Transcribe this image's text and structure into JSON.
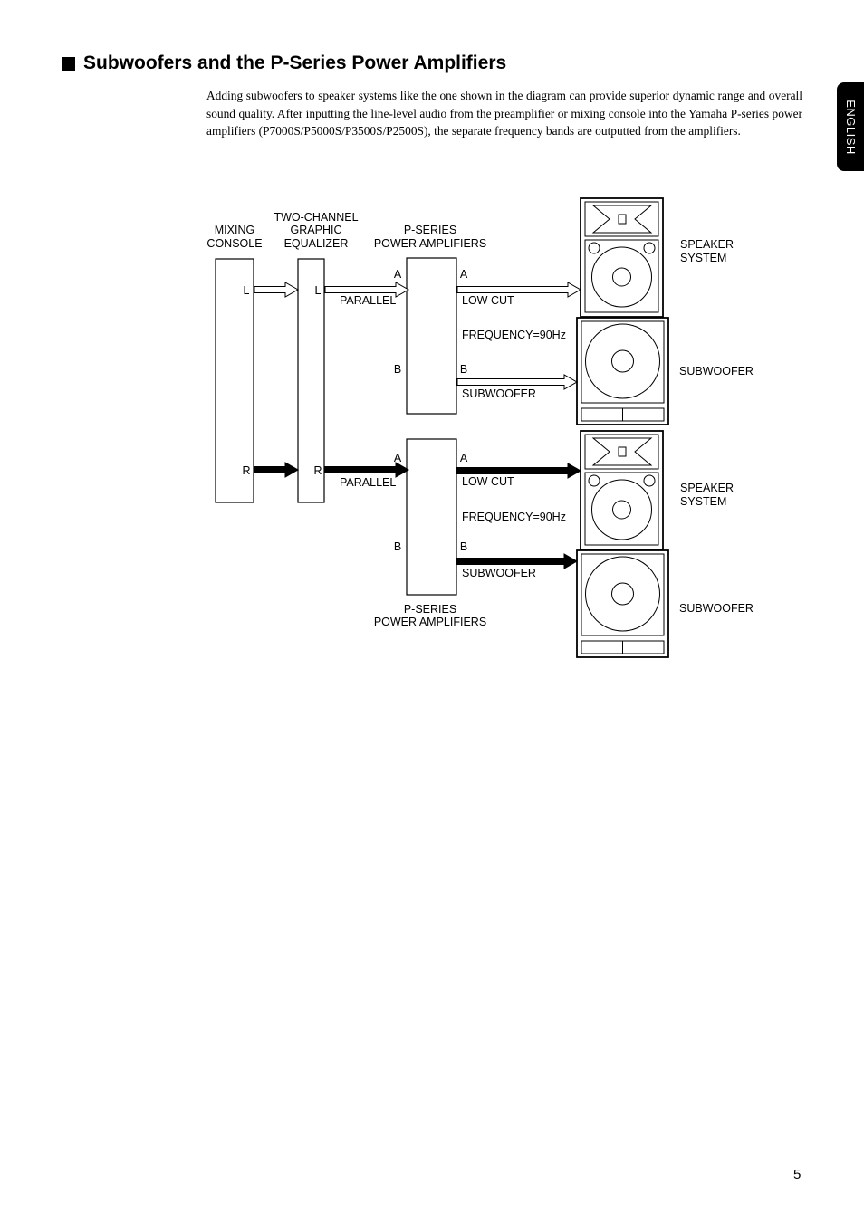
{
  "heading": {
    "title": "Subwoofers and the P-Series Power Amplifiers"
  },
  "intro": {
    "paragraph": "Adding subwoofers to speaker systems like the one shown in the diagram can provide superior dynamic range and overall sound quality. After inputting the line-level audio from the preamplifier or mixing console into the Yamaha P-series power amplifiers (P7000S/P5000S/P3500S/P2500S), the separate frequency bands are outputted from the amplifiers."
  },
  "side_tab": {
    "label": "ENGLISH"
  },
  "diagram": {
    "mixing_console": [
      "MIXING",
      "CONSOLE"
    ],
    "equalizer": [
      "TWO-CHANNEL",
      "GRAPHIC",
      "EQUALIZER"
    ],
    "amplifiers_top": [
      "P-SERIES",
      "POWER AMPLIFIERS"
    ],
    "amplifiers_bottom": [
      "P-SERIES",
      "POWER AMPLIFIERS"
    ],
    "channel_left": "L",
    "channel_right": "R",
    "port_a": "A",
    "port_b": "B",
    "parallel": "PARALLEL",
    "low_cut": "LOW CUT",
    "frequency": "FREQUENCY=90Hz",
    "subwoofer_out": "SUBWOOFER",
    "speaker_system": [
      "SPEAKER",
      "SYSTEM"
    ],
    "subwoofer_label": "SUBWOOFER"
  },
  "footer": {
    "page_number": "5"
  }
}
